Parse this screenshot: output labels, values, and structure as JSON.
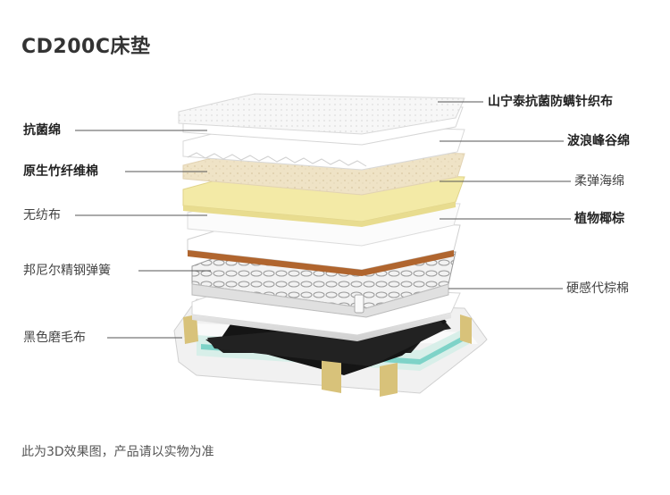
{
  "title": "CD200C床垫",
  "labels_left": [
    {
      "text": "抗菌绵",
      "bold": true
    },
    {
      "text": "原生竹纤维棉",
      "bold": true
    },
    {
      "text": "无纺布",
      "bold": false
    },
    {
      "text": "邦尼尔精钢弹簧",
      "bold": false
    },
    {
      "text": "黑色磨毛布",
      "bold": false
    }
  ],
  "labels_right": [
    {
      "text": "山宁泰抗菌防螨针织布",
      "bold": true
    },
    {
      "text": "波浪峰谷绵",
      "bold": true
    },
    {
      "text": "柔弹海绵",
      "bold": false
    },
    {
      "text": "植物椰棕",
      "bold": true
    },
    {
      "text": "硬感代棕棉",
      "bold": false
    }
  ],
  "footer": "此为3D效果图，产品请以实物为准",
  "colors": {
    "text": "#333333",
    "leader_line": "#555555",
    "coir": "#b0652e",
    "latex": "#f3eaa6",
    "bamboo": "#efe1c3",
    "base_black": "#1f1f1f",
    "teal_stripe": "#7ed3c8",
    "gold_edge": "#d8c27a"
  }
}
